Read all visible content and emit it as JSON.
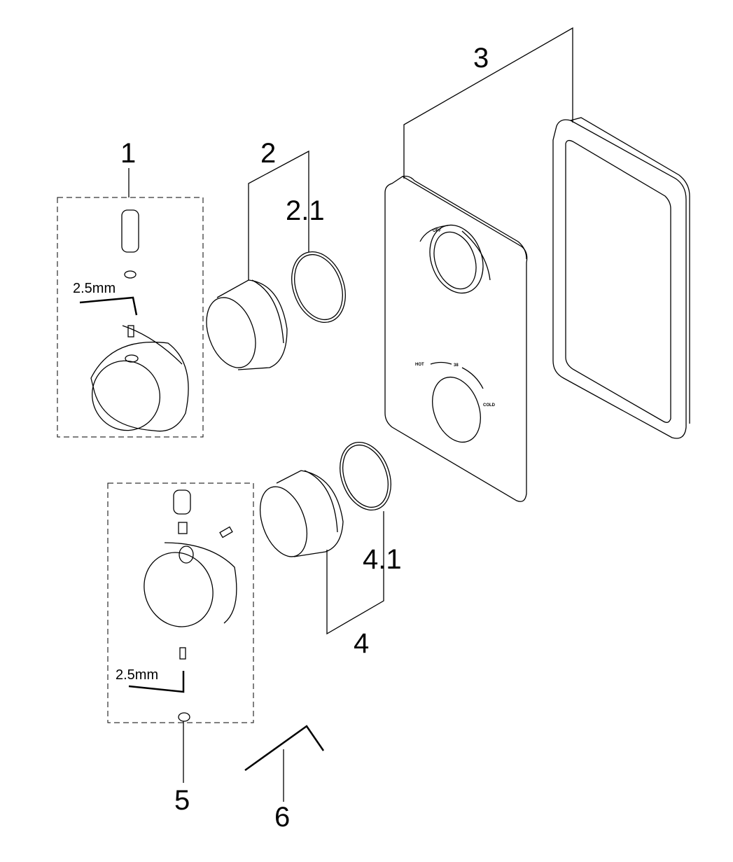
{
  "callouts": {
    "p1": "1",
    "p2": "2",
    "p2_1": "2.1",
    "p3": "3",
    "p4": "4",
    "p4_1": "4.1",
    "p5": "5",
    "p6": "6"
  },
  "tool_size_1": "2.5mm",
  "tool_size_2": "2.5mm",
  "plate_markings": {
    "off": "OFF",
    "hot": "HOT",
    "temp": "38",
    "cold": "COLD"
  }
}
